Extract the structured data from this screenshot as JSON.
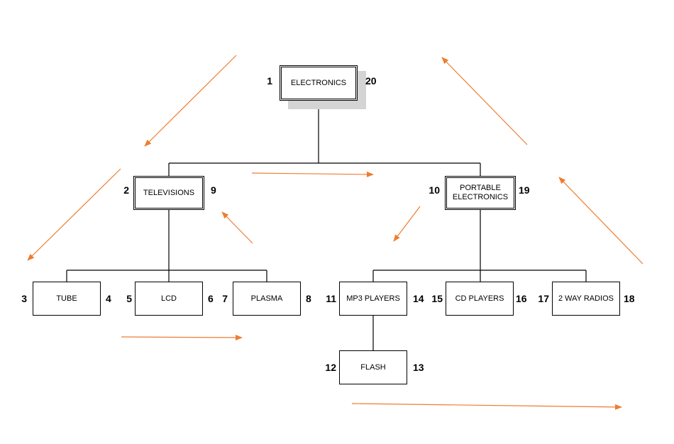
{
  "colors": {
    "connector": "#000000",
    "arrow": "#ED7D31",
    "shadow": "#d4d4d4"
  },
  "nodes": {
    "electronics": {
      "label": "ELECTRONICS",
      "pre": "1",
      "post": "20"
    },
    "televisions": {
      "label": "TELEVISIONS",
      "pre": "2",
      "post": "9"
    },
    "portable": {
      "label_lines": [
        "PORTABLE",
        "ELECTRONICS"
      ],
      "pre": "10",
      "post": "19"
    },
    "tube": {
      "label": "TUBE",
      "pre": "3",
      "post": "4"
    },
    "lcd": {
      "label": "LCD",
      "pre": "5",
      "post": "6"
    },
    "plasma": {
      "label": "PLASMA",
      "pre": "7",
      "post": "8"
    },
    "mp3_players": {
      "label": "MP3 PLAYERS",
      "pre": "11",
      "post": "14"
    },
    "flash": {
      "label": "FLASH",
      "pre": "12",
      "post": "13"
    },
    "cd_players": {
      "label": "CD PLAYERS",
      "pre": "15",
      "post": "16"
    },
    "two_way_radios": {
      "label": "2 WAY RADIOS",
      "pre": "17",
      "post": "18"
    }
  }
}
